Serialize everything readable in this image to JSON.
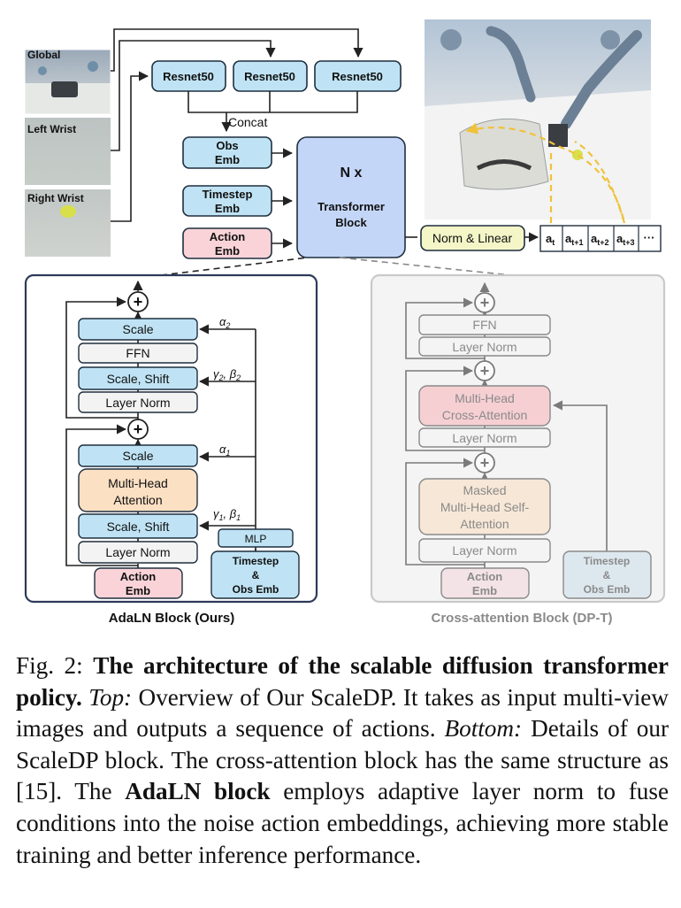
{
  "top": {
    "views": [
      "Global",
      "Left Wrist",
      "Right Wrist"
    ],
    "resnet": "Resnet50",
    "concat": "Concat",
    "obs_emb": [
      "Obs",
      "Emb"
    ],
    "timestep_emb": [
      "Timestep",
      "Emb"
    ],
    "action_emb": [
      "Action",
      "Emb"
    ],
    "transformer_nx": "N x",
    "transformer_label": [
      "Transformer",
      "Block"
    ],
    "norm_linear": "Norm & Linear",
    "action_seq": [
      {
        "base": "a",
        "sub": "t"
      },
      {
        "base": "a",
        "sub": "t+1"
      },
      {
        "base": "a",
        "sub": "t+2"
      },
      {
        "base": "a",
        "sub": "t+3"
      },
      {
        "base": "···",
        "sub": ""
      }
    ]
  },
  "adaln": {
    "title": "AdaLN Block (Ours)",
    "scale": "Scale",
    "ffn": "FFN",
    "scale_shift": "Scale, Shift",
    "layer_norm": "Layer Norm",
    "mha": [
      "Multi-Head",
      "Attention"
    ],
    "mlp": "MLP",
    "action_emb": [
      "Action",
      "Emb"
    ],
    "cond_emb": [
      "Timestep",
      "&",
      "Obs Emb"
    ],
    "alpha2": {
      "base": "α",
      "sub": "2"
    },
    "gamma2_beta2": [
      {
        "base": "γ",
        "sub": "2"
      },
      {
        "base": ", β",
        "sub": "2"
      }
    ],
    "alpha1": {
      "base": "α",
      "sub": "1"
    },
    "gamma1_beta1": [
      {
        "base": "γ",
        "sub": "1"
      },
      {
        "base": ", β",
        "sub": "1"
      }
    ],
    "plus": "+"
  },
  "cross": {
    "title": "Cross-attention Block (DP-T)",
    "ffn": "FFN",
    "layer_norm": "Layer Norm",
    "mhca": [
      "Multi-Head",
      "Cross-Attention"
    ],
    "masked": [
      "Masked",
      "Multi-Head Self-",
      "Attention"
    ],
    "action_emb": [
      "Action",
      "Emb"
    ],
    "cond_emb": [
      "Timestep",
      "&",
      "Obs Emb"
    ],
    "plus": "+"
  },
  "caption": {
    "fig": "Fig. 2: ",
    "title": "The architecture of the scalable diffusion transformer policy.",
    "top_label": "Top:",
    "top_text": " Overview of Our ScaleDP. It takes as input multi-view images and outputs a sequence of actions. ",
    "bottom_label": "Bottom:",
    "bottom_text1": " Details of our ScaleDP block. The cross-attention block has the same structure as [15]. The ",
    "adaln_bold": "AdaLN block",
    "bottom_text2": " employs adaptive layer norm to fuse conditions into the noise action embeddings, achieving more stable training and better inference performance."
  },
  "colors": {
    "blue_fill": "#bfe3f4",
    "blue_stroke": "#1f2f3f",
    "red_fill": "#f9d3d8",
    "orange_fill": "#fbe0c4",
    "transformer_fill": "#c4d6f7",
    "norm_fill": "#f4f6c8",
    "panel_stroke": "#2d3a5a",
    "gray_text": "#8a8a8a",
    "yellow_arrow": "#f0c23a"
  }
}
